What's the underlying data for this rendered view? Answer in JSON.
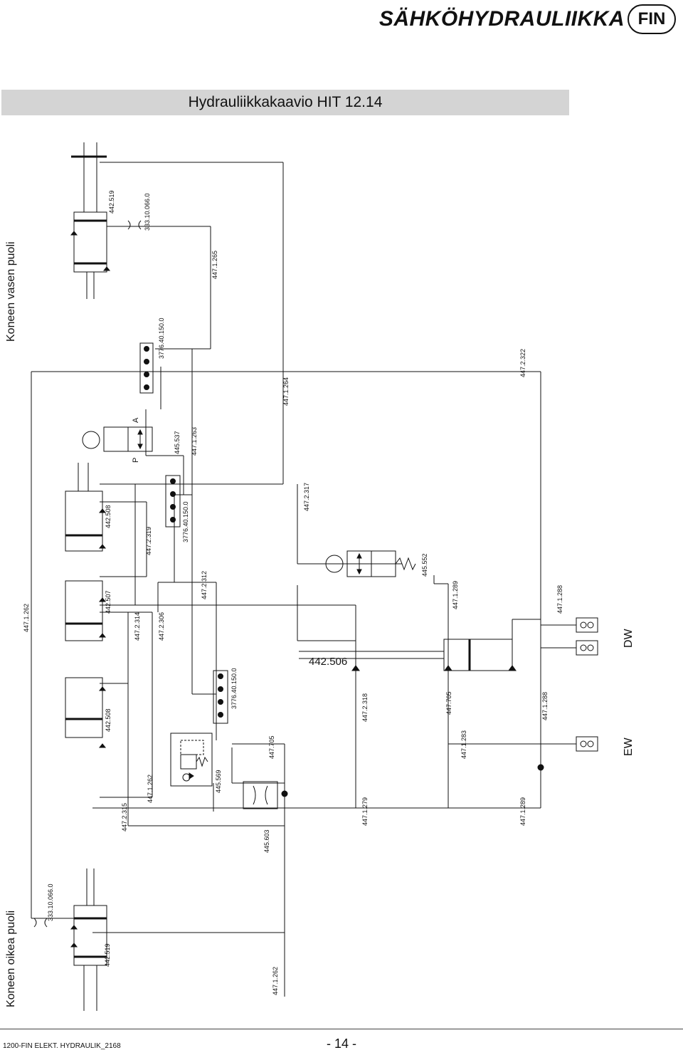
{
  "header": {
    "brand": "SÄHKÖHYDRAULIIKKA",
    "lang_badge": "FIN"
  },
  "title": "Hydrauliikkakaavio HIT 12.14",
  "side_labels": {
    "left_side": "Koneen vasen puoli",
    "right_side": "Koneen oikea puoli"
  },
  "parts": {
    "cyl_left": "442.519",
    "restrictor_left": "333.10.066.0",
    "hose_265": "447.1.265",
    "block_top": "3776.40.150.0",
    "hose_264": "447.1.264",
    "hose_322": "447.2.322",
    "valve_537": "445.537",
    "hose_263": "447.1.263",
    "port_p": "P",
    "port_a": "A",
    "hose_262_top": "447.1.262",
    "cyl_507": "442.507",
    "cyl_508_top": "442.508",
    "hose_314": "447.2.314",
    "hose_306": "447.2.306",
    "hose_319": "447.2.319",
    "block_mid": "3776.40.150.0",
    "hose_312": "447.2.312",
    "hose_317": "447.2.317",
    "valve_552": "445.552",
    "hose_289_top": "447.1.289",
    "hose_288_top": "447.1.288",
    "dw": "DW",
    "cyl_506": "442.506",
    "block_low": "3776.40.150.0",
    "cyl_508_low": "442.508",
    "hose_318": "447.2.318",
    "hose_705_right": "447.705",
    "hose_288_low": "447.1.288",
    "hose_315": "447.2.315",
    "hose_262_mid": "447.1.262",
    "valve_569": "445.569",
    "hose_705_left": "447.705",
    "hose_283": "447.1.283",
    "ew": "EW",
    "valve_603": "445.603",
    "hose_279": "447.1.279",
    "hose_289_low": "447.1.289",
    "restrictor_right": "333.10.066.0",
    "cyl_right": "442.519",
    "hose_262_bottom": "447.1.262"
  },
  "footer": {
    "doc_ref": "1200-FIN ELEKT. HYDRAULIK_2168",
    "page": "- 14 -"
  }
}
